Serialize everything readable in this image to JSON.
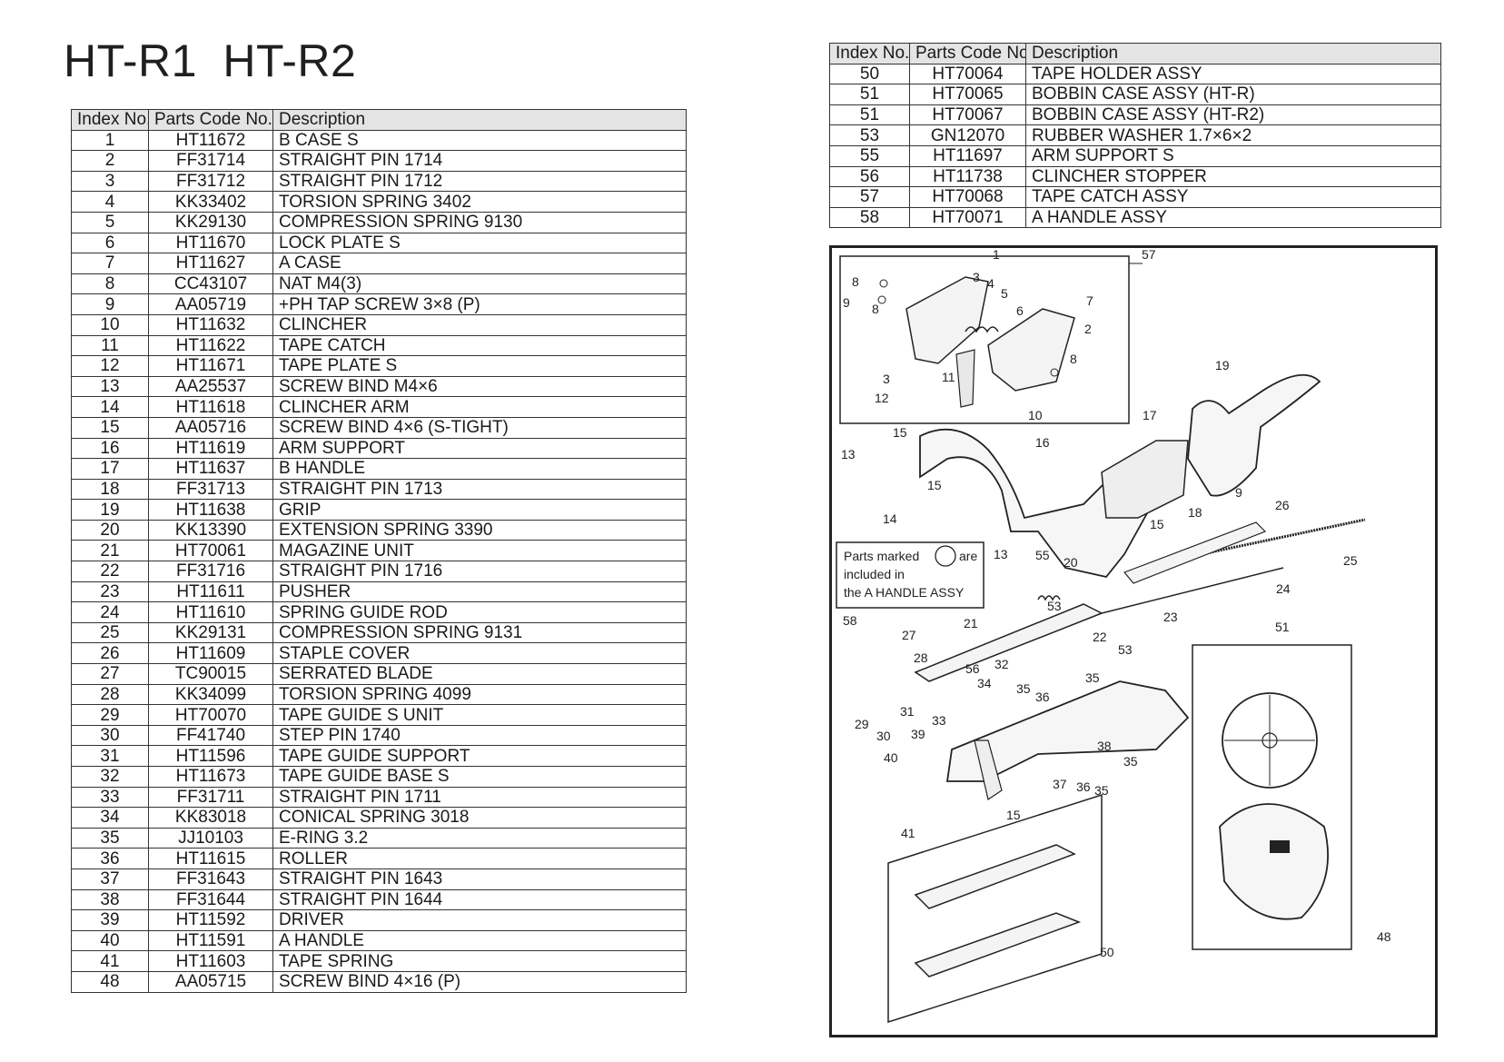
{
  "title": "HT-R1   HT-R2",
  "headers": {
    "index": "Index No.",
    "code": "Parts Code No.",
    "desc": "Description"
  },
  "left_parts": [
    {
      "index": "1",
      "code": "HT11672",
      "desc": "B CASE S"
    },
    {
      "index": "2",
      "code": "FF31714",
      "desc": "STRAIGHT PIN 1714"
    },
    {
      "index": "3",
      "code": "FF31712",
      "desc": "STRAIGHT PIN 1712"
    },
    {
      "index": "4",
      "code": "KK33402",
      "desc": "TORSION SPRING 3402"
    },
    {
      "index": "5",
      "code": "KK29130",
      "desc": "COMPRESSION SPRING 9130"
    },
    {
      "index": "6",
      "code": "HT11670",
      "desc": "LOCK PLATE S"
    },
    {
      "index": "7",
      "code": "HT11627",
      "desc": "A CASE"
    },
    {
      "index": "8",
      "code": "CC43107",
      "desc": "NAT M4(3)"
    },
    {
      "index": "9",
      "code": "AA05719",
      "desc": "+PH TAP SCREW 3×8 (P)"
    },
    {
      "index": "10",
      "code": "HT11632",
      "desc": "CLINCHER"
    },
    {
      "index": "11",
      "code": "HT11622",
      "desc": "TAPE CATCH"
    },
    {
      "index": "12",
      "code": "HT11671",
      "desc": "TAPE PLATE S"
    },
    {
      "index": "13",
      "code": "AA25537",
      "desc": "SCREW BIND M4×6"
    },
    {
      "index": "14",
      "code": "HT11618",
      "desc": "CLINCHER ARM"
    },
    {
      "index": "15",
      "code": "AA05716",
      "desc": "SCREW BIND 4×6 (S-TIGHT)"
    },
    {
      "index": "16",
      "code": "HT11619",
      "desc": "ARM SUPPORT"
    },
    {
      "index": "17",
      "code": "HT11637",
      "desc": "B HANDLE"
    },
    {
      "index": "18",
      "code": "FF31713",
      "desc": "STRAIGHT PIN 1713"
    },
    {
      "index": "19",
      "code": "HT11638",
      "desc": "GRIP"
    },
    {
      "index": "20",
      "code": "KK13390",
      "desc": "EXTENSION SPRING 3390"
    },
    {
      "index": "21",
      "code": "HT70061",
      "desc": "MAGAZINE UNIT"
    },
    {
      "index": "22",
      "code": "FF31716",
      "desc": "STRAIGHT PIN 1716"
    },
    {
      "index": "23",
      "code": "HT11611",
      "desc": "PUSHER"
    },
    {
      "index": "24",
      "code": "HT11610",
      "desc": "SPRING GUIDE ROD"
    },
    {
      "index": "25",
      "code": "KK29131",
      "desc": "COMPRESSION SPRING 9131"
    },
    {
      "index": "26",
      "code": "HT11609",
      "desc": "STAPLE COVER"
    },
    {
      "index": "27",
      "code": "TC90015",
      "desc": "SERRATED BLADE"
    },
    {
      "index": "28",
      "code": "KK34099",
      "desc": "TORSION SPRING 4099"
    },
    {
      "index": "29",
      "code": "HT70070",
      "desc": "TAPE GUIDE S UNIT"
    },
    {
      "index": "30",
      "code": "FF41740",
      "desc": "STEP PIN 1740"
    },
    {
      "index": "31",
      "code": "HT11596",
      "desc": "TAPE GUIDE SUPPORT"
    },
    {
      "index": "32",
      "code": "HT11673",
      "desc": "TAPE GUIDE BASE S"
    },
    {
      "index": "33",
      "code": "FF31711",
      "desc": "STRAIGHT PIN 1711"
    },
    {
      "index": "34",
      "code": "KK83018",
      "desc": "CONICAL SPRING 3018"
    },
    {
      "index": "35",
      "code": "JJ10103",
      "desc": "E-RING 3.2"
    },
    {
      "index": "36",
      "code": "HT11615",
      "desc": "ROLLER"
    },
    {
      "index": "37",
      "code": "FF31643",
      "desc": "STRAIGHT PIN 1643"
    },
    {
      "index": "38",
      "code": "FF31644",
      "desc": "STRAIGHT PIN 1644"
    },
    {
      "index": "39",
      "code": "HT11592",
      "desc": "DRIVER"
    },
    {
      "index": "40",
      "code": "HT11591",
      "desc": "A HANDLE"
    },
    {
      "index": "41",
      "code": "HT11603",
      "desc": "TAPE SPRING"
    },
    {
      "index": "48",
      "code": "AA05715",
      "desc": "SCREW BIND 4×16 (P)"
    }
  ],
  "right_parts": [
    {
      "index": "50",
      "code": "HT70064",
      "desc": "TAPE HOLDER ASSY"
    },
    {
      "index": "51",
      "code": "HT70065",
      "desc": "BOBBIN CASE ASSY (HT-R)"
    },
    {
      "index": "51",
      "code": "HT70067",
      "desc": "BOBBIN CASE ASSY (HT-R2)"
    },
    {
      "index": "53",
      "code": "GN12070",
      "desc": "RUBBER WASHER 1.7×6×2"
    },
    {
      "index": "55",
      "code": "HT11697",
      "desc": "ARM SUPPORT S"
    },
    {
      "index": "56",
      "code": "HT11738",
      "desc": "CLINCHER STOPPER"
    },
    {
      "index": "57",
      "code": "HT70068",
      "desc": "TAPE CATCH ASSY"
    },
    {
      "index": "58",
      "code": "HT70071",
      "desc": "A HANDLE ASSY"
    }
  ],
  "diagram": {
    "note_line1": "Parts marked",
    "note_line1b": "are",
    "note_line2": "included in",
    "note_line3": "the A HANDLE ASSY",
    "labels": [
      "1",
      "2",
      "3",
      "3",
      "4",
      "5",
      "6",
      "7",
      "8",
      "8",
      "8",
      "9",
      "9",
      "10",
      "11",
      "12",
      "13",
      "13",
      "14",
      "15",
      "15",
      "15",
      "15",
      "16",
      "17",
      "18",
      "19",
      "20",
      "21",
      "22",
      "23",
      "24",
      "25",
      "26",
      "27",
      "28",
      "29",
      "30",
      "31",
      "32",
      "33",
      "34",
      "35",
      "35",
      "35",
      "35",
      "36",
      "36",
      "37",
      "38",
      "39",
      "40",
      "41",
      "48",
      "50",
      "51",
      "53",
      "53",
      "55",
      "56",
      "57",
      "58"
    ]
  }
}
